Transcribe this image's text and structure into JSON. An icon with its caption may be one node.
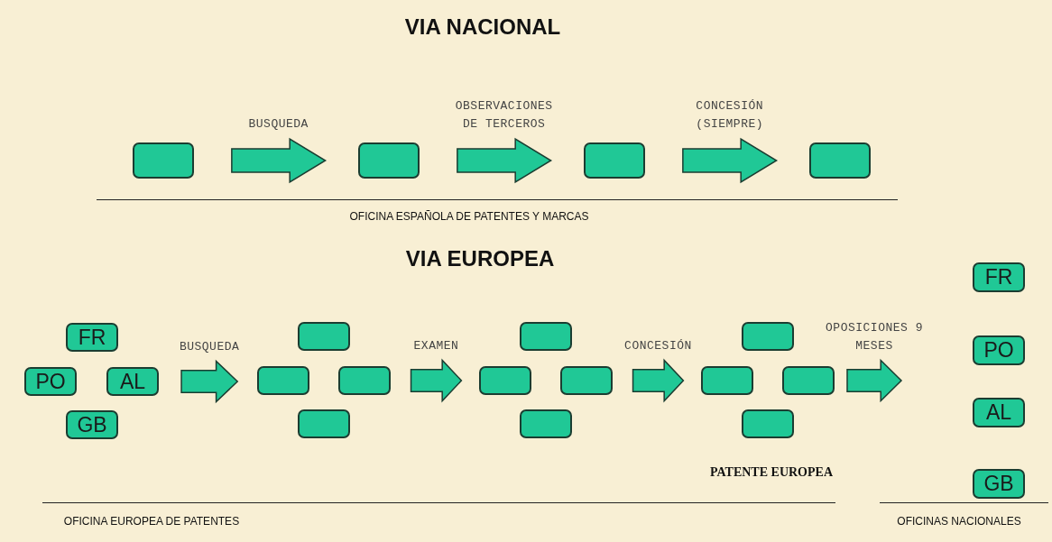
{
  "diagram": {
    "nodes": [
      {
        "text": [],
        "shape": "box"
      },
      {
        "text": [],
        "shape": "box"
      },
      {
        "text": [],
        "shape": "box"
      },
      {
        "text": [],
        "shape": "box"
      },
      {
        "text": [
          "FR"
        ]
      },
      {
        "text": [
          "PO"
        ]
      },
      {
        "text": [
          "AL"
        ]
      },
      {
        "text": [
          "GB"
        ]
      },
      {
        "text": [],
        "shape": "box"
      },
      {
        "text": [],
        "shape": "box"
      },
      {
        "text": [],
        "shape": "box"
      },
      {
        "text": [],
        "shape": "box"
      },
      {
        "text": [],
        "shape": "box"
      },
      {
        "text": [],
        "shape": "box"
      },
      {
        "text": [],
        "shape": "box"
      },
      {
        "text": [],
        "shape": "box"
      },
      {
        "text": [],
        "shape": "box"
      },
      {
        "text": [],
        "shape": "box"
      },
      {
        "text": [],
        "shape": "box"
      },
      {
        "text": [],
        "shape": "box"
      },
      {
        "text": [
          "FR"
        ]
      },
      {
        "text": [
          "PO"
        ]
      },
      {
        "text": [
          "AL"
        ]
      },
      {
        "text": [
          "GB"
        ]
      }
    ],
    "edges": [
      {
        "from": 0,
        "to": 1,
        "arrow": "to",
        "label": "BUSQUEDA"
      },
      {
        "from": 1,
        "to": 2,
        "arrow": "to",
        "label": "OBSERVACIONES DE TERCEROS"
      },
      {
        "from": 2,
        "to": 3,
        "arrow": "to",
        "label": "CONCESIÓN (SIEMPRE)"
      },
      {
        "from": 6,
        "to": 9,
        "arrow": "to",
        "label": "BUSQUEDA"
      },
      {
        "from": 10,
        "to": 13,
        "arrow": "to",
        "label": "EXAMEN"
      },
      {
        "from": 14,
        "to": 17,
        "arrow": "to",
        "label": "CONCESIÓN"
      },
      {
        "from": 18,
        "to": null,
        "arrow": "to",
        "label": "OPOSICIONES 9 MESES"
      }
    ],
    "labels": [
      "VIA NACIONAL",
      "OFICINA ESPAÑOLA DE PATENTES Y MARCAS",
      "VIA EUROPEA",
      "PATENTE EUROPEA",
      "OFICINA EUROPEA DE PATENTES",
      "OFICINAS NACIONALES"
    ]
  }
}
